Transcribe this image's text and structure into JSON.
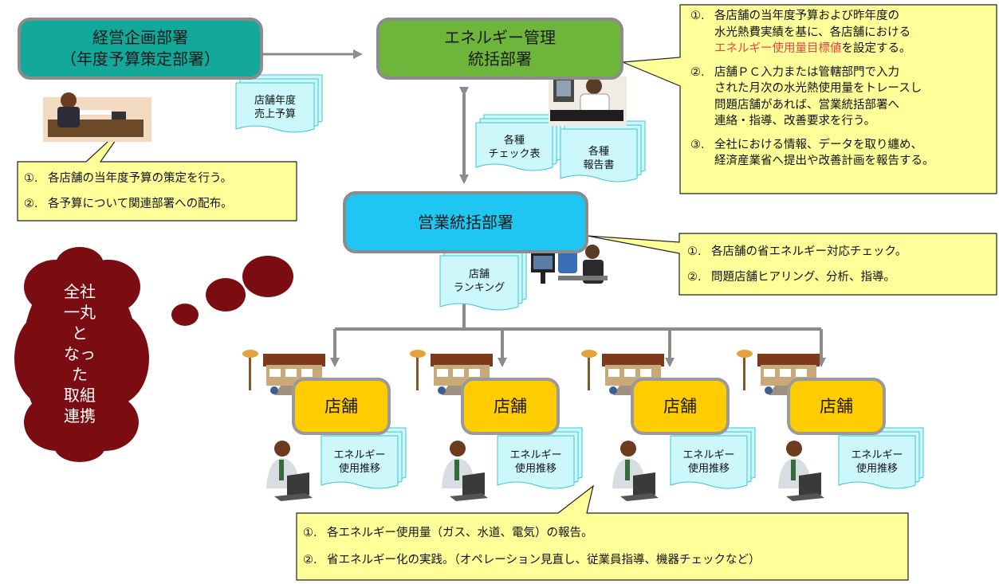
{
  "boxes": {
    "keiei": {
      "line1": "経営企画部署",
      "line2": "（年度予算策定部署）"
    },
    "energy": {
      "line1": "エネルギー管理",
      "line2": "統括部署"
    },
    "eigyo": {
      "label": "営業統括部署"
    },
    "stores": [
      "店舗",
      "店舗",
      "店舗",
      "店舗"
    ]
  },
  "documents": {
    "budget": {
      "line1": "店舗年度",
      "line2": "売上予算"
    },
    "checklist": {
      "line1": "各種",
      "line2": "チェック表"
    },
    "report": {
      "line1": "各種",
      "line2": "報告書"
    },
    "ranking": {
      "line1": "店舗",
      "line2": "ランキング"
    },
    "store_docs": [
      {
        "line1": "エネルギー",
        "line2": "使用推移"
      },
      {
        "line1": "エネルギー",
        "line2": "使用推移"
      },
      {
        "line1": "エネルギー",
        "line2": "使用推移"
      },
      {
        "line1": "エネルギー",
        "line2": "使用推移"
      }
    ]
  },
  "callouts": {
    "keiei": [
      {
        "num": "①.",
        "text": "各店舗の当年度予算の策定を行う。"
      },
      {
        "num": "②.",
        "text": "各予算について関連部署への配布。"
      }
    ],
    "energy": {
      "item1": {
        "num": "①.",
        "line1": "各店舗の当年度予算および昨年度の",
        "line2": "水光熱費実績を基に、各店舗における",
        "line3_red": "エネルギー使用量目標値",
        "line3_rest": "を設定する。"
      },
      "item2": {
        "num": "②.",
        "line1": "店舗ＰＣ入力または管轄部門で入力",
        "line2": "された月次の水光熱使用量をトレースし",
        "line3": "問題店舗があれば、営業統括部署へ",
        "line4": "連絡・指導、改善要求を行う。"
      },
      "item3": {
        "num": "③.",
        "line1": "全社における情報、データを取り纏め、",
        "line2": "経済産業省へ提出や改善計画を報告する。"
      }
    },
    "eigyo": [
      {
        "num": "①.",
        "text": "各店舗の省エネルギー対応チェック。"
      },
      {
        "num": "②.",
        "text": "問題店舗ヒアリング、分析、指導。"
      }
    ],
    "store": [
      {
        "num": "①.",
        "text": "各エネルギー使用量（ガス、水道、電気）の報告。"
      },
      {
        "num": "②.",
        "text": "省エネルギー化の実践。（オペレーション見直し、従業員指導、機器チェックなど）"
      }
    ]
  },
  "cloud": {
    "lines": [
      "全社",
      "一丸",
      "と",
      "なっ",
      "た",
      "取組",
      "連携"
    ]
  },
  "colors": {
    "teal": "#12a89a",
    "green": "#6eb63b",
    "cyan": "#1fc6f1",
    "store": "#ffcc00",
    "callout": "#ffff99",
    "doc": "#ccf7fb",
    "cloud": "#7b0d12",
    "arrow": "#8c8c8c"
  },
  "icons": [
    "phone-businessman-icon",
    "stressed-office-worker-icon",
    "meeting-workers-icon",
    "restaurant-icon",
    "laptop-worker-icon"
  ]
}
